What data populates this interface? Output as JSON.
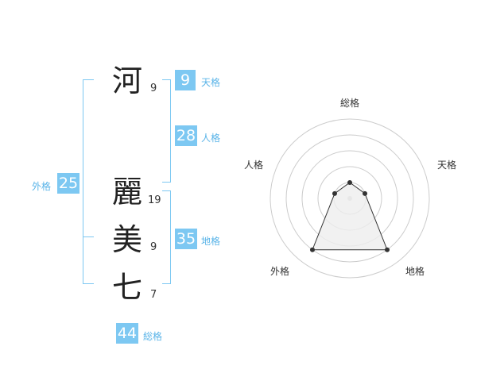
{
  "name": {
    "chars": [
      {
        "char": "河",
        "strokes": "9"
      },
      {
        "char": "麗",
        "strokes": "19"
      },
      {
        "char": "美",
        "strokes": "9"
      },
      {
        "char": "七",
        "strokes": "7"
      }
    ]
  },
  "fortune": {
    "tenkaku": {
      "label": "天格",
      "value": "9"
    },
    "jinkaku": {
      "label": "人格",
      "value": "28"
    },
    "chikaku": {
      "label": "地格",
      "value": "35"
    },
    "gaikaku": {
      "label": "外格",
      "value": "25"
    },
    "soukaku": {
      "label": "総格",
      "value": "44"
    }
  },
  "radar": {
    "axes": [
      "総格",
      "天格",
      "地格",
      "外格",
      "人格"
    ],
    "levels": 5,
    "values": [
      0.2,
      0.2,
      0.8,
      0.8,
      0.2
    ]
  },
  "colors": {
    "accent": "#7dc8f2",
    "label": "#5ab4e8",
    "grid": "#cccccc",
    "fill": "#eeeeee",
    "line": "#333333"
  }
}
